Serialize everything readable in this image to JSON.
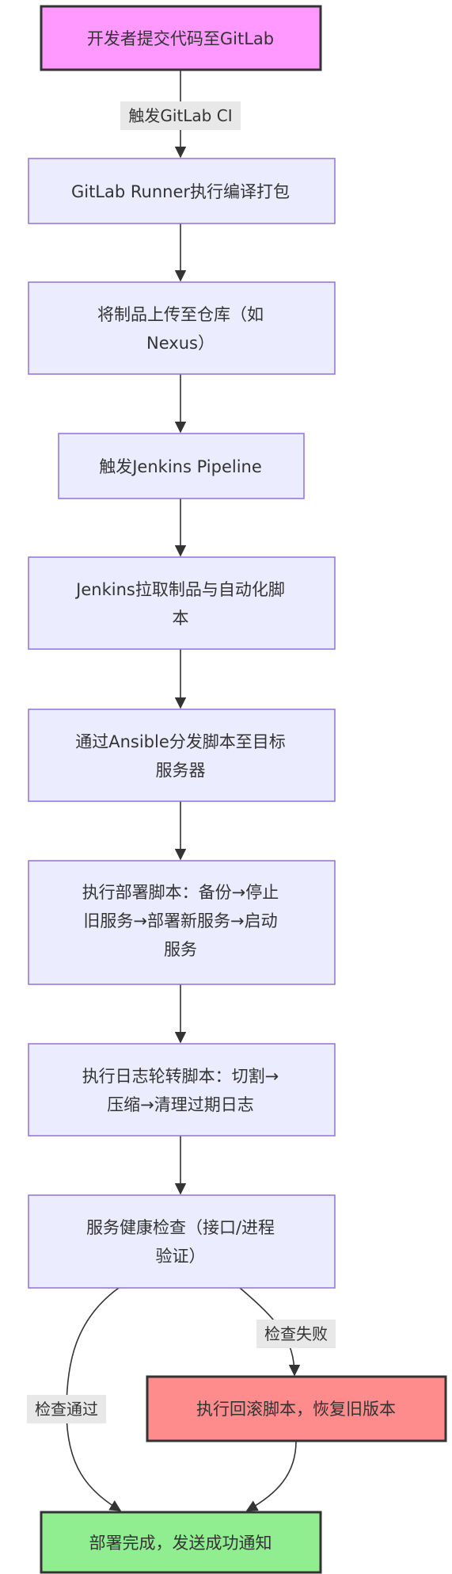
{
  "nodes": {
    "start": "开发者提交代码至GitLab",
    "runner": "GitLab Runner执行编译打包",
    "upload": [
      "将制品上传至仓库（如",
      "Nexus）"
    ],
    "pipeline": "触发Jenkins Pipeline",
    "pull": [
      "Jenkins拉取制品与自动化脚",
      "本"
    ],
    "ansible": [
      "通过Ansible分发脚本至目标",
      "服务器"
    ],
    "deploy": [
      "执行部署脚本：备份→停止",
      "旧服务→部署新服务→启动",
      "服务"
    ],
    "logrotate": [
      "执行日志轮转脚本：切割→",
      "压缩→清理过期日志"
    ],
    "health": [
      "服务健康检查（接口/进程",
      "验证）"
    ],
    "rollback": "执行回滚脚本，恢复旧版本",
    "done": "部署完成，发送成功通知"
  },
  "edge_labels": {
    "trigger_ci": "触发GitLab CI",
    "check_fail": "检查失败",
    "check_pass": "检查通过"
  },
  "colors": {
    "start_fill": "#FF99FF",
    "default_fill": "#ECECFF",
    "default_stroke": "#9370DB",
    "rollback_fill": "#FF8C8C",
    "done_fill": "#90EE90",
    "edge": "#333333",
    "label_bg": "#E8E8E8"
  }
}
